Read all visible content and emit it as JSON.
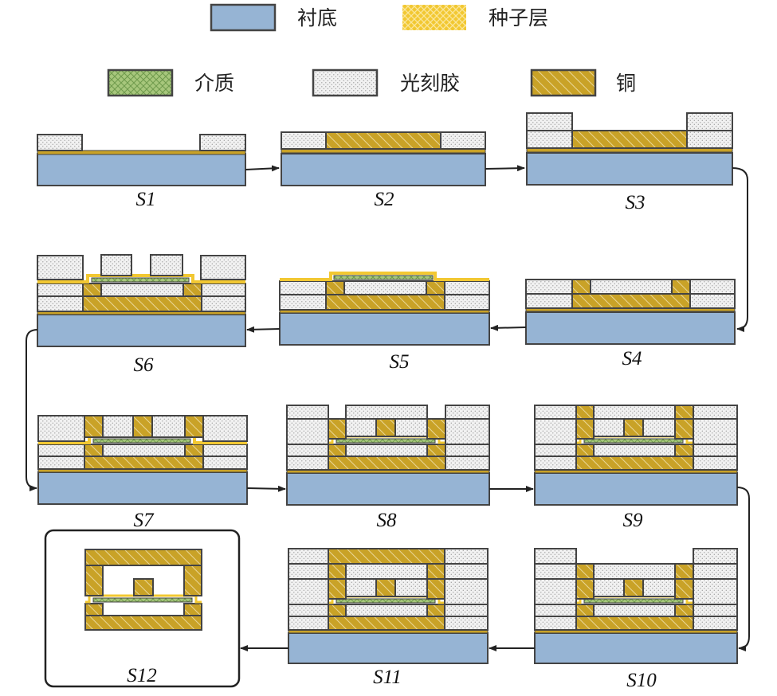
{
  "legend": [
    {
      "key": "substrate",
      "label": "衬底"
    },
    {
      "key": "seed",
      "label": "种子层"
    },
    {
      "key": "dielectric",
      "label": "介质"
    },
    {
      "key": "photoresist",
      "label": "光刻胶"
    },
    {
      "key": "copper",
      "label": "铜"
    }
  ],
  "steps": [
    "S1",
    "S2",
    "S3",
    "S4",
    "S5",
    "S6",
    "S7",
    "S8",
    "S9",
    "S10",
    "S11",
    "S12"
  ],
  "flow": [
    "S1",
    "S2",
    "S3",
    "S4",
    "S5",
    "S6",
    "S7",
    "S8",
    "S9",
    "S10",
    "S11",
    "S12"
  ],
  "colors": {
    "substrate": "#96b4d4",
    "substrate_top": "#555555",
    "copper": "#c9a227",
    "copper_hatch": "#e8d28a",
    "seed": "#f2c832",
    "dielectric": "#a7c77c",
    "photoresist": "#f1f1f1",
    "stroke": "#444444"
  }
}
